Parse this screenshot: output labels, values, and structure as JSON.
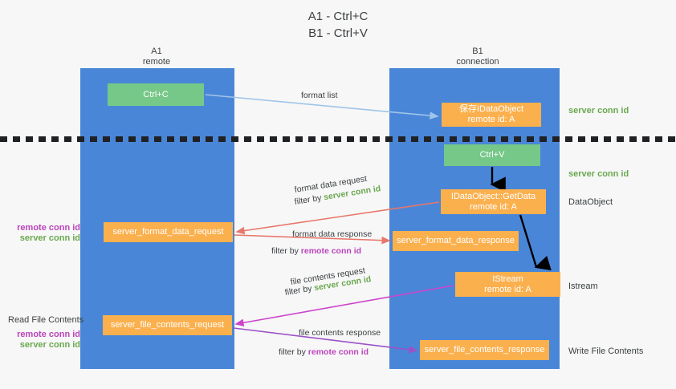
{
  "title": "A1 - Ctrl+C\nB1 - Ctrl+V",
  "columns": {
    "left": "A1\nremote",
    "right": "B1\nconnection"
  },
  "boxes": {
    "ctrl_c": "Ctrl+C",
    "save_dataobject": "保存IDataObject\nremote id: A",
    "ctrl_v": "Ctrl+V",
    "getdata": "IDataObject::GetData\nremote id: A",
    "istream": "IStream\nremote id: A",
    "server_format_data_request": "server_format_data_request",
    "server_format_data_response": "server_format_data_response",
    "server_file_contents_request": "server_file_contents_request",
    "server_file_contents_response": "server_file_contents_response"
  },
  "annotations": {
    "server_conn_id_top": "server conn id",
    "server_conn_id_mid": "server conn id",
    "dataobject": "DataObject",
    "istream": "Istream",
    "write_file_contents": "Write File Contents",
    "read_file_contents": "Read File Contents",
    "remote_conn_id": "remote conn id",
    "server_conn_id": "server conn id"
  },
  "edges": {
    "format_list": "format list",
    "format_data_request": "format data request",
    "filter_by": "filter by ",
    "format_data_response": "format data response",
    "file_contents_request": "file contents request",
    "file_contents_response": "file contents response",
    "server_conn_id": "server conn id",
    "remote_conn_id": "remote conn id"
  },
  "colors": {
    "lane": "#4a86d8",
    "green_box": "#76c888",
    "orange_box": "#fbb04e",
    "green_text": "#6aa84f",
    "magenta_text": "#bb44bb",
    "arrow_blue": "#9fc5e8",
    "arrow_red": "#e8766a",
    "arrow_magenta": "#cc44cc",
    "arrow_purple": "#9a52c8",
    "arrow_black": "#000000",
    "background": "#f7f7f7"
  }
}
